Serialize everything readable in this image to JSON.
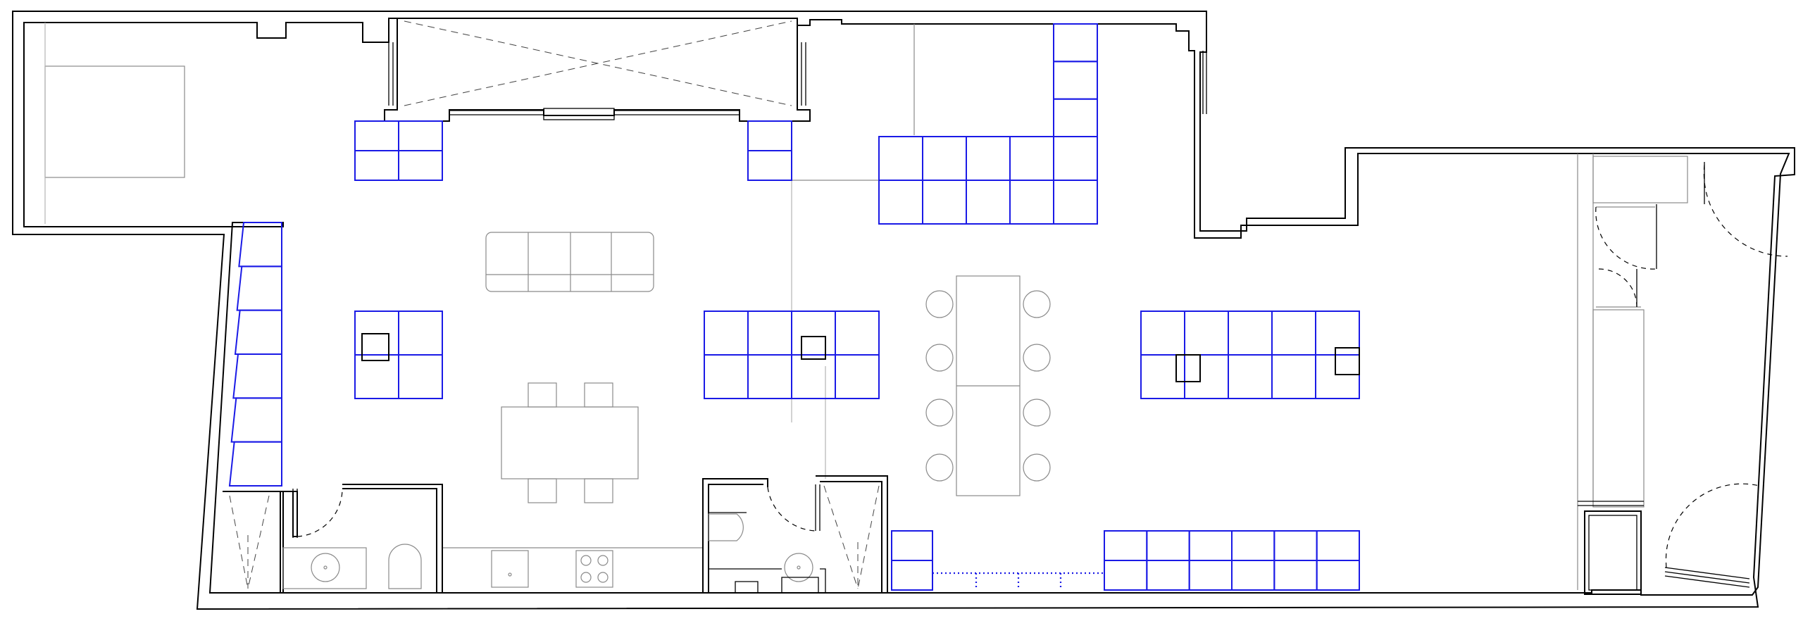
{
  "plan": {
    "kind": "architectural floor plan",
    "colors": {
      "walls": "#000000",
      "furniture": "#8a8a8a",
      "shelving": "#1a1ae6",
      "background": "#ffffff"
    },
    "shelving_blocks": [
      {
        "id": "top-left-pair",
        "cols": 2,
        "rows": 2
      },
      {
        "id": "top-window-right",
        "cols": 1,
        "rows": 2
      },
      {
        "id": "top-right-l",
        "cols": 5,
        "rows": 2,
        "tower_rows": 3
      },
      {
        "id": "left-wall-column",
        "cols": 1,
        "rows": 6
      },
      {
        "id": "left-island",
        "cols": 2,
        "rows": 2
      },
      {
        "id": "center-island",
        "cols": 4,
        "rows": 2
      },
      {
        "id": "right-island",
        "cols": 5,
        "rows": 2
      },
      {
        "id": "bottom-wall-left",
        "cols": 1,
        "rows": 2
      },
      {
        "id": "bottom-wall-right",
        "cols": 6,
        "rows": 2
      }
    ],
    "furniture": {
      "sofa_seats": 4,
      "dining_table_chairs": 4,
      "long_table_stools": 8,
      "kitchen_cooktop_burners": 4
    }
  }
}
